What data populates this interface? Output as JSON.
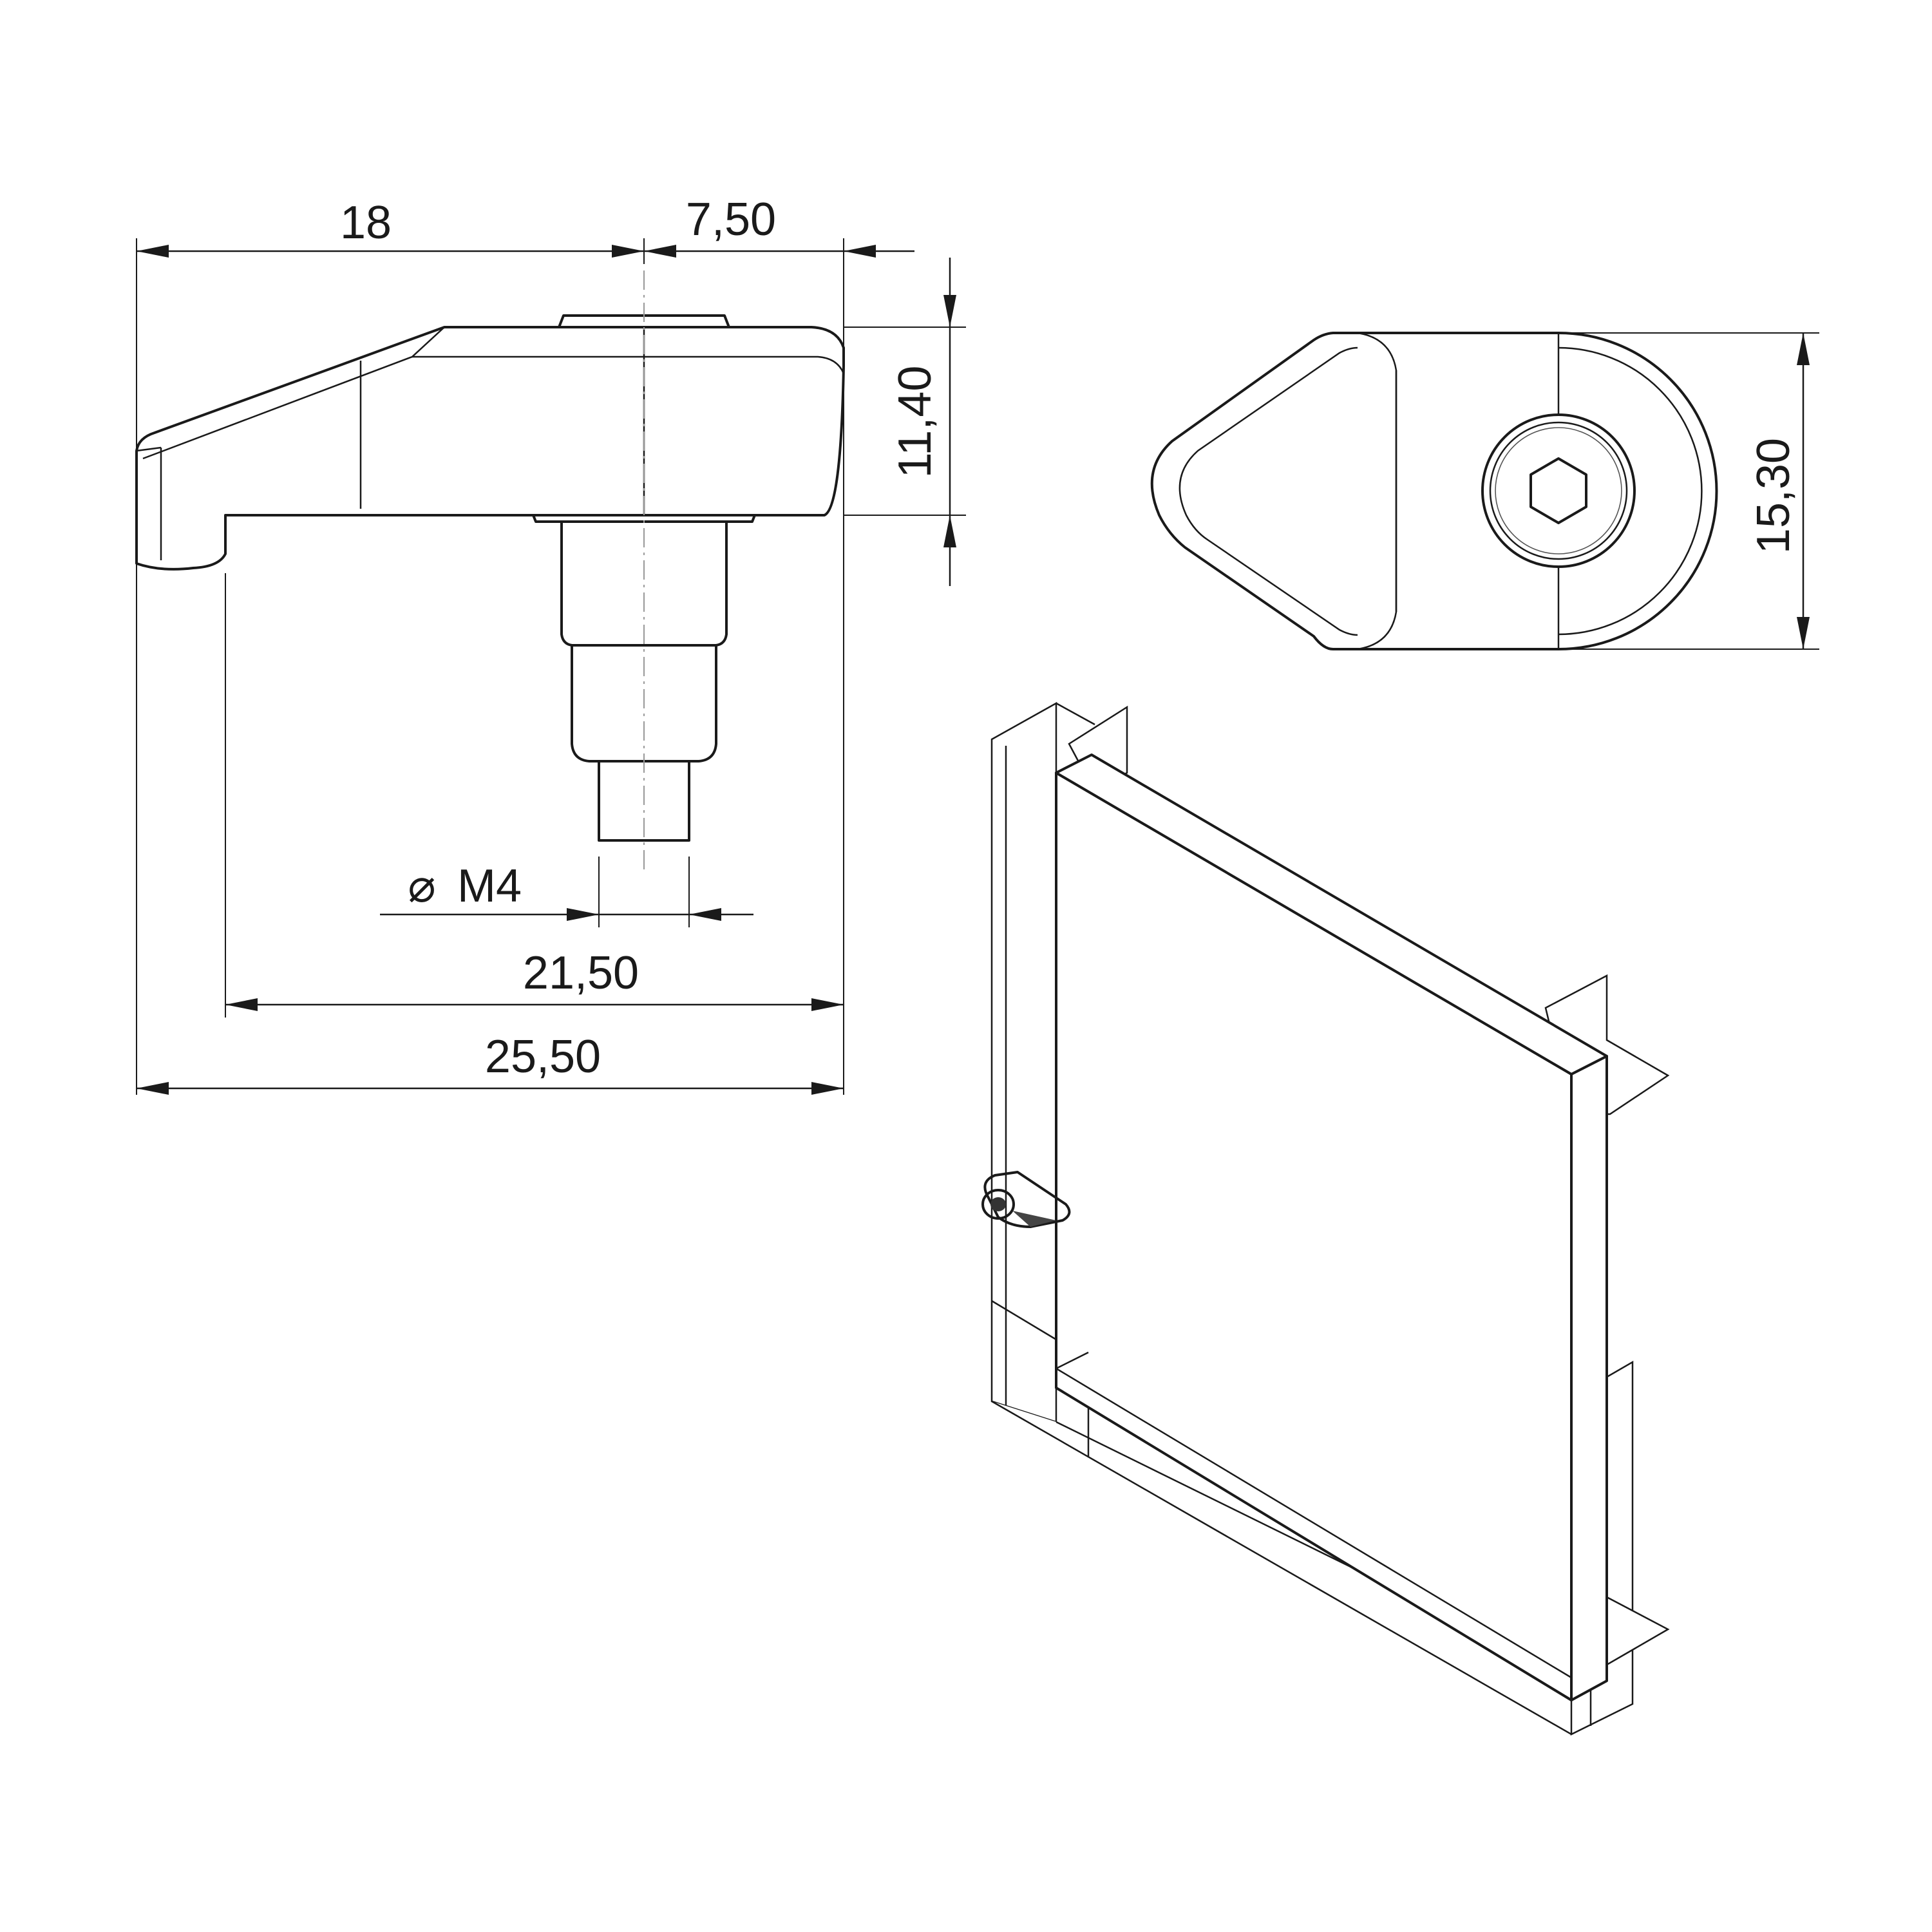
{
  "dimensions": {
    "length_upper": "18",
    "length_right": "7,50",
    "height_side": "11,40",
    "height_top_view": "15,30",
    "thread": "M4",
    "reach": "21,50",
    "overall_length": "25,50"
  },
  "symbols": {
    "diameter": "⌀"
  },
  "views": [
    "side-view",
    "top-view",
    "isometric-door-view"
  ]
}
